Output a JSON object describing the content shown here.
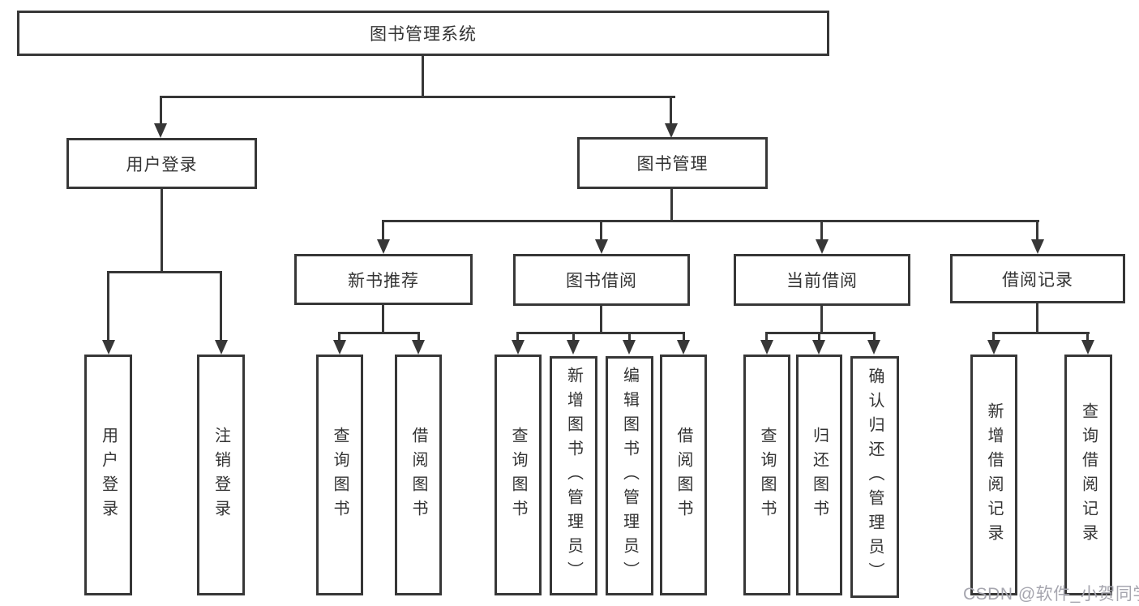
{
  "diagram_title": "图书管理系统",
  "colors": {
    "line": "#373737",
    "text": "#333333",
    "box_background": "#ffffff",
    "watermark": "#a6a6af"
  },
  "nodes": {
    "root": {
      "label": "图书管理系统"
    },
    "user_login": {
      "label": "用户登录"
    },
    "book_mgmt": {
      "label": "图书管理"
    },
    "new_books": {
      "label": "新书推荐"
    },
    "book_borrow": {
      "label": "图书借阅"
    },
    "current_borrow": {
      "label": "当前借阅"
    },
    "borrow_records": {
      "label": "借阅记录"
    },
    "leaf_user_login": {
      "label": "用户登录"
    },
    "leaf_logout": {
      "label": "注销登录"
    },
    "leaf_nb_query": {
      "label": "查询图书"
    },
    "leaf_nb_borrow": {
      "label": "借阅图书"
    },
    "leaf_bb_query": {
      "label": "查询图书"
    },
    "leaf_bb_add": {
      "label": "新增图书（管理员）"
    },
    "leaf_bb_edit": {
      "label": "编辑图书（管理员）"
    },
    "leaf_bb_borrow": {
      "label": "借阅图书"
    },
    "leaf_cb_query": {
      "label": "查询图书"
    },
    "leaf_cb_return": {
      "label": "归还图书"
    },
    "leaf_cb_confirm": {
      "label": "确认归还（管理员）"
    },
    "leaf_br_add": {
      "label": "新增借阅记录"
    },
    "leaf_br_query": {
      "label": "查询借阅记录"
    }
  },
  "watermark": {
    "text": "CSDN @软件_小贺同学"
  }
}
